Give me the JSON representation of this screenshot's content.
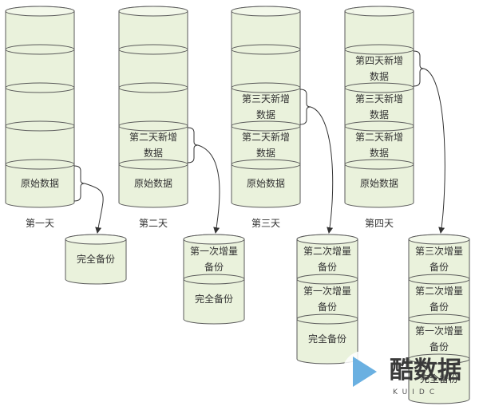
{
  "days": [
    {
      "label": "第一天",
      "segments": [
        "",
        "",
        "",
        "",
        "原始数据"
      ]
    },
    {
      "label": "第二天",
      "segments": [
        "",
        "",
        "",
        "第二天新增数据",
        "原始数据"
      ]
    },
    {
      "label": "第三天",
      "segments": [
        "",
        "",
        "第三天新增数据",
        "第二天新增数据",
        "原始数据"
      ]
    },
    {
      "label": "第四天",
      "segments": [
        "",
        "第四天新增数据",
        "第三天新增数据",
        "第二天新增数据",
        "原始数据"
      ]
    }
  ],
  "backups": [
    {
      "segments": [
        "完全备份"
      ]
    },
    {
      "segments": [
        "第一次增量备份",
        "完全备份"
      ]
    },
    {
      "segments": [
        "第二次增量备份",
        "第一次增量备份",
        "完全备份"
      ]
    },
    {
      "segments": [
        "第三次增量备份",
        "第二次增量备份",
        "第一次增量备份",
        "完全备份"
      ]
    }
  ],
  "watermark": {
    "brand": "酷数据",
    "sub": "KUIDC"
  },
  "colors": {
    "fill": "#eaf2dc",
    "stroke": "#5a5a5a"
  }
}
